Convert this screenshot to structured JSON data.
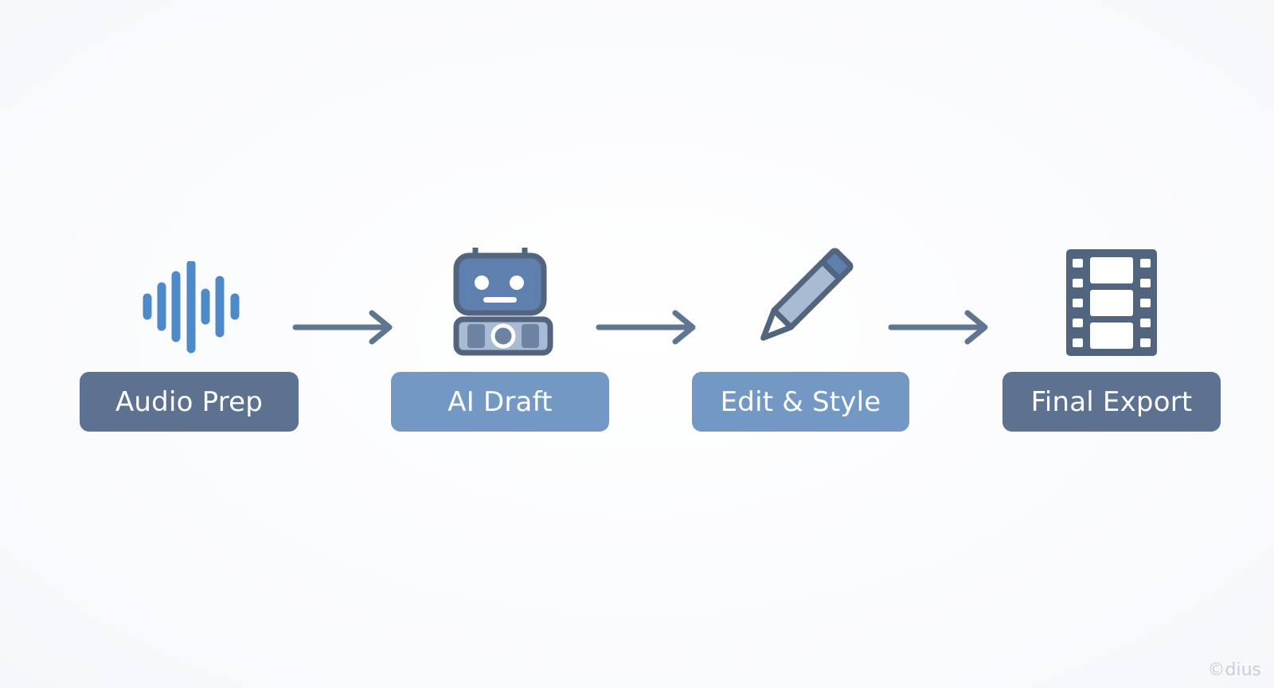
{
  "steps": [
    {
      "label": "Audio Prep",
      "icon": "waveform-icon"
    },
    {
      "label": "AI Draft",
      "icon": "robot-icon"
    },
    {
      "label": "Edit & Style",
      "icon": "pencil-icon"
    },
    {
      "label": "Final Export",
      "icon": "film-strip-icon"
    }
  ],
  "watermark": "©dius",
  "colors": {
    "dark_box": "#5d7291",
    "light_box": "#7398c4",
    "icon_dark": "#52657f",
    "icon_blue": "#5b8ec7",
    "icon_fill": "#a9bad3",
    "arrow": "#5f7590"
  }
}
